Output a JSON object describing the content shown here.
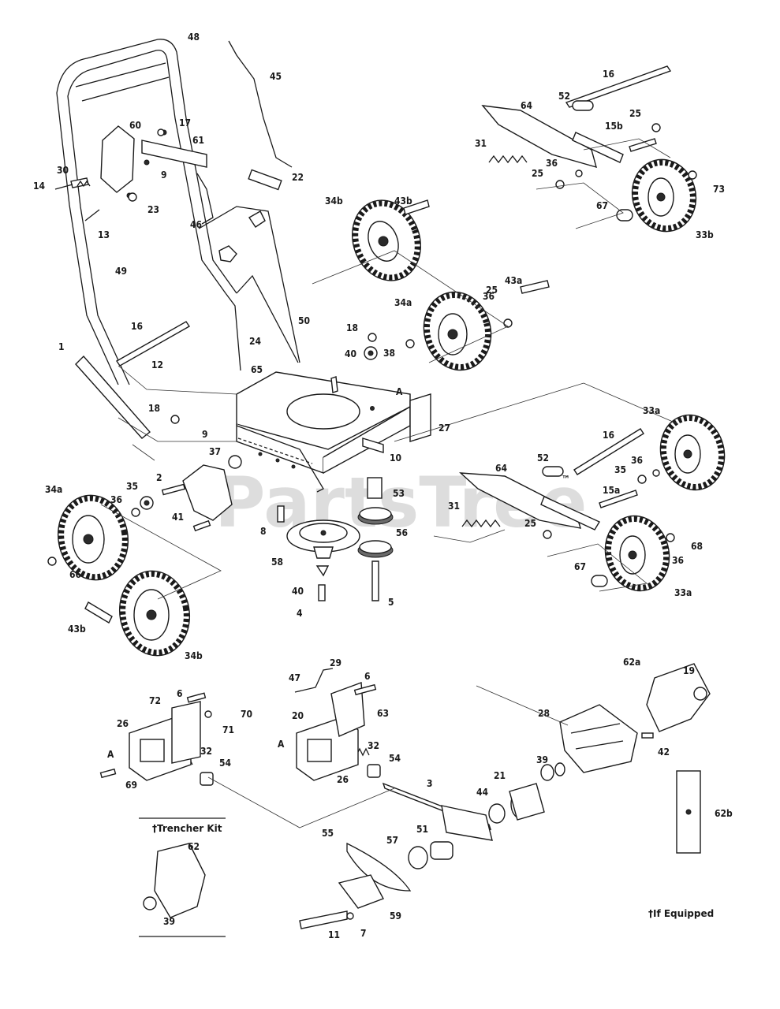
{
  "watermark": "PartsTree",
  "trademark": "™",
  "trencher_kit_title": "†Trencher Kit",
  "if_equipped_note": "†If Equipped",
  "callouts": [
    "1",
    "2",
    "3",
    "4",
    "5",
    "6",
    "6",
    "7",
    "8",
    "9",
    "9",
    "10",
    "11",
    "12",
    "13",
    "14",
    "15a",
    "15b",
    "16",
    "16",
    "16",
    "17",
    "18",
    "18",
    "19",
    "20",
    "21",
    "22",
    "23",
    "24",
    "25",
    "25",
    "25",
    "25",
    "26",
    "26",
    "27",
    "28",
    "29",
    "30",
    "31",
    "31",
    "32",
    "32",
    "33a",
    "33a",
    "33b",
    "34a",
    "34a",
    "34b",
    "34b",
    "35",
    "35",
    "36",
    "36",
    "36",
    "36",
    "36",
    "37",
    "38",
    "39",
    "39",
    "40",
    "40",
    "41",
    "42",
    "43a",
    "43b",
    "43b",
    "44",
    "45",
    "46",
    "47",
    "48",
    "49",
    "50",
    "51",
    "52",
    "52",
    "53",
    "54",
    "54",
    "55",
    "56",
    "57",
    "58",
    "59",
    "60",
    "61",
    "62",
    "62a",
    "62b",
    "63",
    "64",
    "64",
    "65",
    "66",
    "67",
    "67",
    "68",
    "69",
    "70",
    "71",
    "72",
    "73",
    "A",
    "A",
    "A"
  ]
}
